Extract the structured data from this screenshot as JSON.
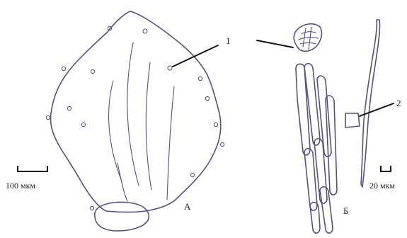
{
  "figure": {
    "panel_a_label": "А",
    "panel_b_label": "Б",
    "callout_1": "1",
    "callout_2": "2",
    "scale_a_text": "100 мкм",
    "scale_b_text": "20 мкм"
  }
}
